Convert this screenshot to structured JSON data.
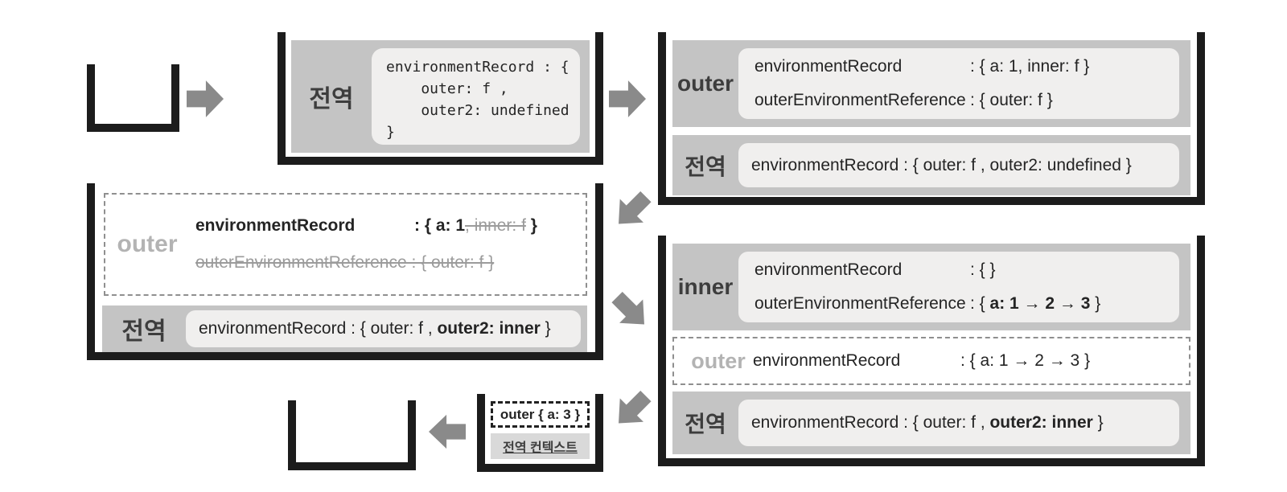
{
  "colors": {
    "wall": "#1c1c1c",
    "frame_gray": "#c4c4c4",
    "panel": "#f0efee",
    "label_dark": "#3d3d3d",
    "label_light": "#b3b3b3",
    "muted_gray": "#9b9b9b",
    "arrow_gray": "#8a8a8a"
  },
  "step_global_push": {
    "frame_label": "전역",
    "code_lines": {
      "l1": "environmentRecord : {",
      "l2": "    outer: f ,",
      "l3": "    outer2: undefined",
      "l4": "}"
    }
  },
  "step_outer_running": {
    "outer_frame": {
      "label": "outer",
      "row1_name": "environmentRecord",
      "row1_value": ": { a: 1, inner: f }",
      "row2_name": "outerEnvironmentReference",
      "row2_value": ": { outer: f }"
    },
    "global_frame": {
      "label": "전역",
      "row": "environmentRecord : { outer: f , outer2: undefined }"
    }
  },
  "step_outer_popped": {
    "outer_frame": {
      "label": "outer",
      "row1_name": "environmentRecord",
      "row1_value_kept": ": { a: 1",
      "row1_value_removed": ", inner: f",
      "row1_value_close": " }",
      "row2_removed": "outerEnvironmentReference : { outer: f }"
    },
    "global_frame": {
      "label": "전역",
      "row_prefix": "environmentRecord : { outer: f , ",
      "row_bold": "outer2: inner",
      "row_suffix": " }"
    }
  },
  "step_inner_running": {
    "inner_frame": {
      "label": "inner",
      "row1_name": "environmentRecord",
      "row1_value": ": { }",
      "row2_name": "outerEnvironmentReference",
      "row2_prefix": ": { ",
      "row2_bold": "a: 1 → 2 → 3",
      "row2_suffix": " }"
    },
    "outer_frame": {
      "label": "outer",
      "row_name": "environmentRecord",
      "row_value": ": { a: 1 → 2 → 3 }"
    },
    "global_frame": {
      "label": "전역",
      "row_prefix": "environmentRecord : { outer: f , ",
      "row_bold": "outer2: inner",
      "row_suffix": " }"
    }
  },
  "step_closure": {
    "closure_box": "outer { a: 3 }",
    "global_context_box": "전역 컨텍스트"
  }
}
